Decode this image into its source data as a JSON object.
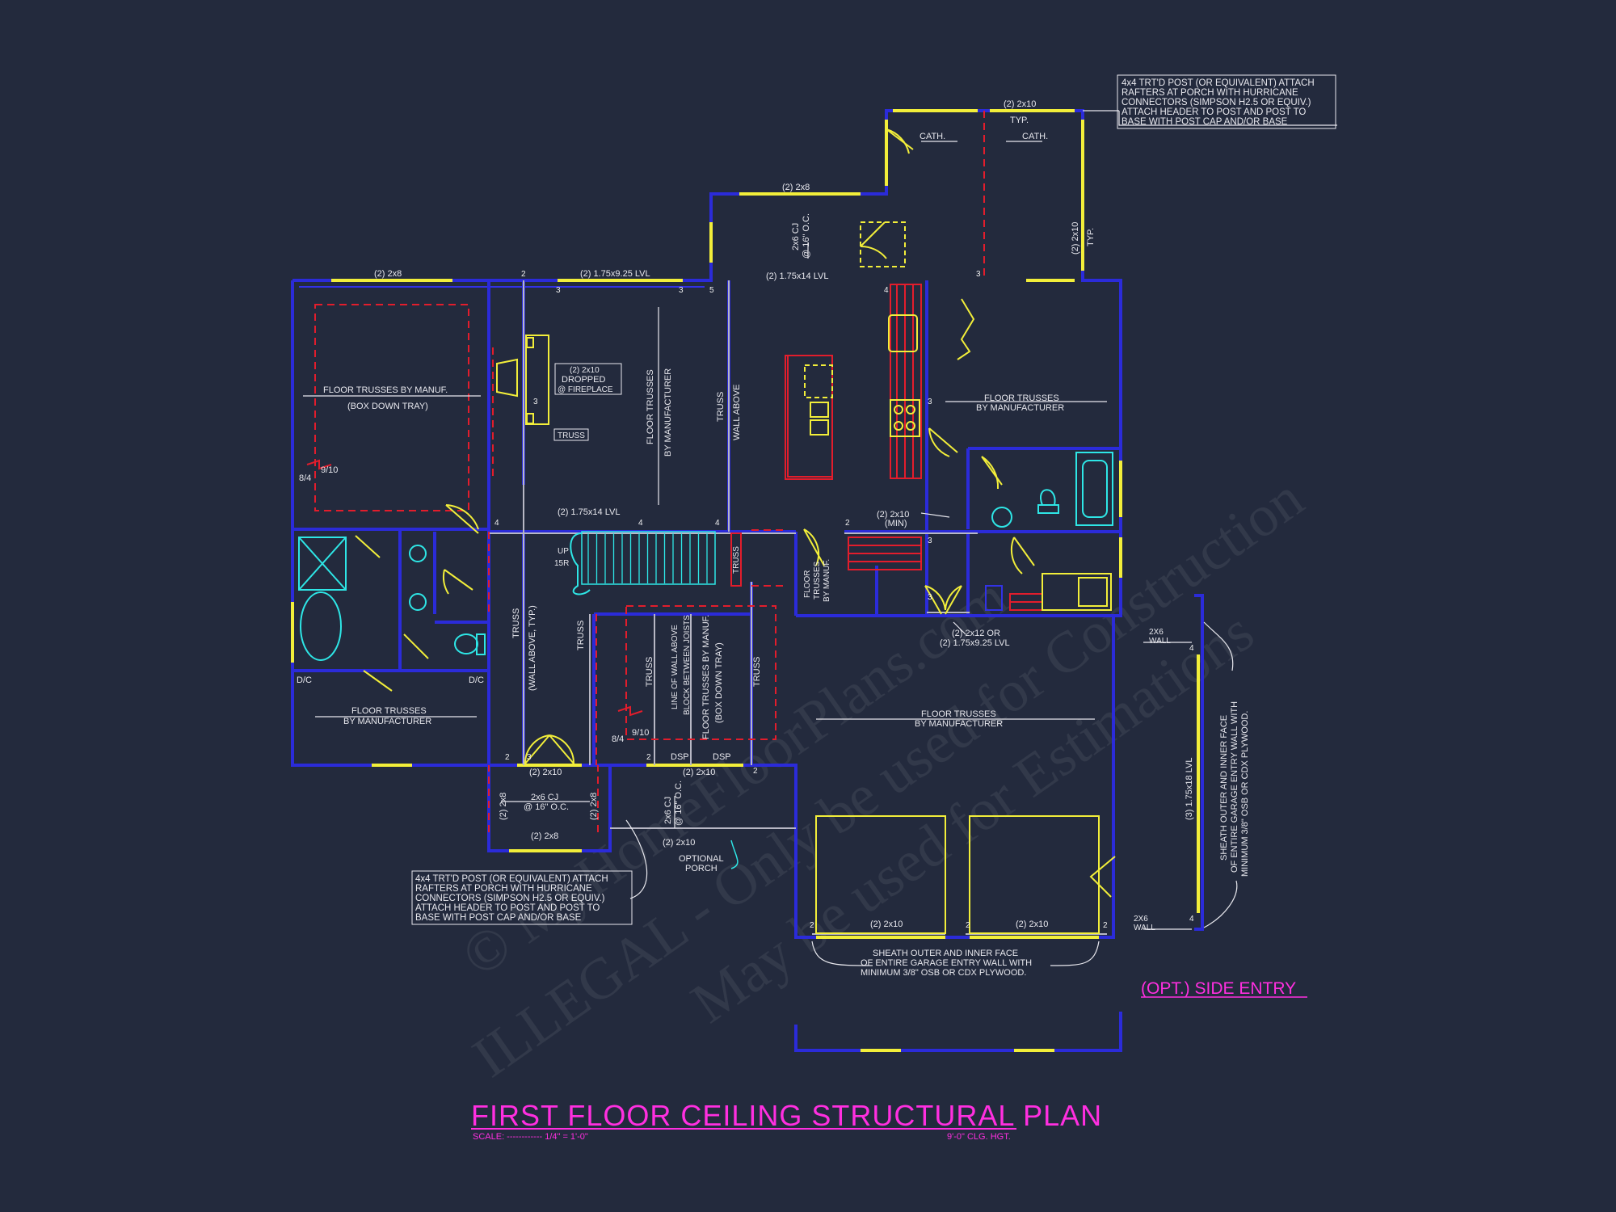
{
  "title": "FIRST FLOOR CEILING STRUCTURAL PLAN",
  "scale_label": "SCALE: ------------ 1/4\" = 1'-0\"",
  "ceiling_height": "9'-0\" CLG. HGT.",
  "side_entry": "(OPT.) SIDE ENTRY",
  "watermark_1": "© MyHomeFloorPlans.com",
  "watermark_2": "ILLEGAL - Only be used for Construction",
  "watermark_3": "May be used for Estimations",
  "note_top": [
    "4x4 TRT'D POST (OR EQUIVALENT) ATTACH",
    "RAFTERS AT PORCH WITH HURRICANE",
    "CONNECTORS (SIMPSON H2.5 OR EQUIV.)",
    "ATTACH HEADER TO POST AND POST TO",
    "BASE WITH POST CAP AND/OR BASE"
  ],
  "note_bottom": [
    "4x4 TRT'D POST (OR EQUIVALENT) ATTACH",
    "RAFTERS AT PORCH WITH HURRICANE",
    "CONNECTORS (SIMPSON H2.5 OR EQUIV.)",
    "ATTACH HEADER TO POST AND POST TO",
    "BASE WITH POST CAP AND/OR BASE"
  ],
  "garage_sheath": [
    "SHEATH OUTER AND INNER FACE",
    "OF ENTIRE GARAGE ENTRY WALL WITH",
    "MINIMUM 3/8\" OSB OR CDX PLYWOOD."
  ],
  "side_sheath": [
    "SHEATH OUTER AND INNER FACE",
    "OF ENTIRE GARAGE ENTRY WALL WITH",
    "MINIMUM 3/8\" OSB OR CDX PLYWOOD."
  ],
  "labels": {
    "h_2x8_left": "(2) 2x8",
    "h_lvl_925": "(2) 1.75x9.25 LVL",
    "h_lvl_14_top": "(2) 1.75x14 LVL",
    "h_2x8_top": "(2) 2x8",
    "h_2x10_top": "(2) 2x10",
    "typ": "TYP.",
    "cath1": "CATH.",
    "cath2": "CATH.",
    "h_2x10_right": "(2) 2x10",
    "typ2": "TYP.",
    "cj_top": "2x6 CJ",
    "cj_top_oc": "@ 16\" O.C.",
    "ft_master": "FLOOR TRUSSES BY MANUF.",
    "ft_master_sub": "(BOX DOWN TRAY)",
    "dropped_1": "(2) 2x10",
    "dropped_2": "DROPPED",
    "dropped_3": "@ FIREPLACE",
    "truss_tag": "TRUSS",
    "ft_family_1": "FLOOR TRUSSES",
    "ft_family_2": "BY MANUFACTURER",
    "truss_wall_1": "TRUSS",
    "truss_wall_2": "WALL ABOVE",
    "ft_right_1": "FLOOR TRUSSES",
    "ft_right_2": "BY MANUFACTURER",
    "lvl_14_mid": "(2) 1.75x14 LVL",
    "h_2x10_min_1": "(2) 2x10",
    "h_2x10_min_2": "(MIN)",
    "up": "UP",
    "br": "15R",
    "truss_stair": "TRUSS",
    "ft_hall_1": "FLOOR",
    "ft_hall_2": "TRUSSES",
    "ft_hall_3": "BY MANUF.",
    "h_2x12_1": "(2) 2x12 OR",
    "h_2x12_2": "(2) 1.75x9.25 LVL",
    "dc_left": "D/C",
    "dc_right": "D/C",
    "ft_bath_1": "FLOOR TRUSSES",
    "ft_bath_2": "BY MANUFACTURER",
    "truss_a": "TRUSS",
    "wall_above_typ": "(WALL ABOVE, TYP.)",
    "truss_b": "TRUSS",
    "truss_c": "TRUSS",
    "line_wall_1": "LINE OF WALL ABOVE",
    "line_wall_2": "BLOCK BETWEEN JOISTS",
    "ft_dining_1": "FLOOR TRUSSES BY MANUF.",
    "ft_dining_2": "(BOX DOWN TRAY)",
    "truss_d": "TRUSS",
    "ft_garage_1": "FLOOR TRUSSES",
    "ft_garage_2": "BY MANUFACTURER",
    "tray1_a": "8/4",
    "tray1_b": "9/10",
    "tray2_a": "8/4",
    "tray2_b": "9/10",
    "h_2x10_foyer": "(2) 2x10",
    "dsp1": "DSP",
    "dsp2": "DSP",
    "h_2x10_dsp": "(2) 2x10",
    "cj_porch": "2x6 CJ",
    "cj_porch_oc": "@ 16\" O.C.",
    "h_2x8_porch_l": "(2) 2x8",
    "h_2x8_porch_r": "(2) 2x8",
    "h_2x8_porch_b": "(2) 2x8",
    "cj_porch2": "2x6 CJ",
    "cj_porch2_oc": "@ 16\" O.C.",
    "h_2x10_opt": "(2) 2x10",
    "optional_1": "OPTIONAL",
    "optional_2": "PORCH",
    "h_2x10_g1": "(2) 2x10",
    "h_2x10_g2": "(2) 2x10",
    "wall_2x6_top_1": "2X6",
    "wall_2x6_top_2": "WALL",
    "wall_2x6_bot_1": "2X6",
    "wall_2x6_bot_2": "WALL",
    "lvl_side": "(3) 1.75x18 LVL"
  },
  "bearing_numbers": [
    "2",
    "3",
    "3",
    "5",
    "4",
    "3",
    "3",
    "3",
    "4",
    "4",
    "4",
    "3",
    "2",
    "3",
    "3",
    "2",
    "2",
    "2",
    "2",
    "2",
    "2",
    "4",
    "4"
  ]
}
